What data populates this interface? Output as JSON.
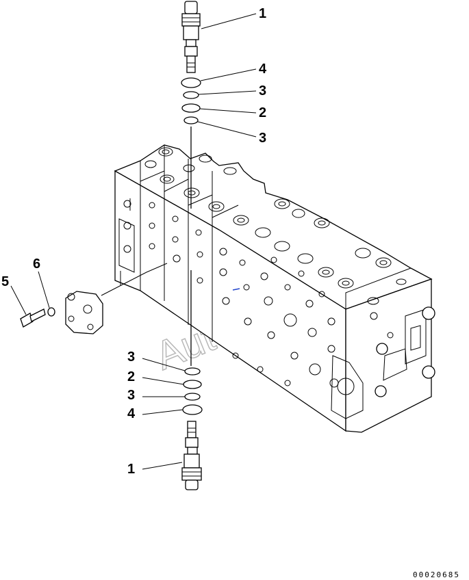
{
  "callouts": {
    "upper_valve": "1",
    "upper_ring_4": "4",
    "upper_ring_3a": "3",
    "upper_ring_2": "2",
    "upper_ring_3b": "3",
    "bolt": "5",
    "washer": "6",
    "lower_ring_3a": "3",
    "lower_ring_2": "2",
    "lower_ring_3b": "3",
    "lower_ring_4": "4",
    "lower_valve": "1"
  },
  "watermark": "AutoSoft",
  "reference_number": "00020685",
  "colors": {
    "line": "#000000",
    "watermark": "#b8b8b8",
    "accent": "#2244cc"
  }
}
